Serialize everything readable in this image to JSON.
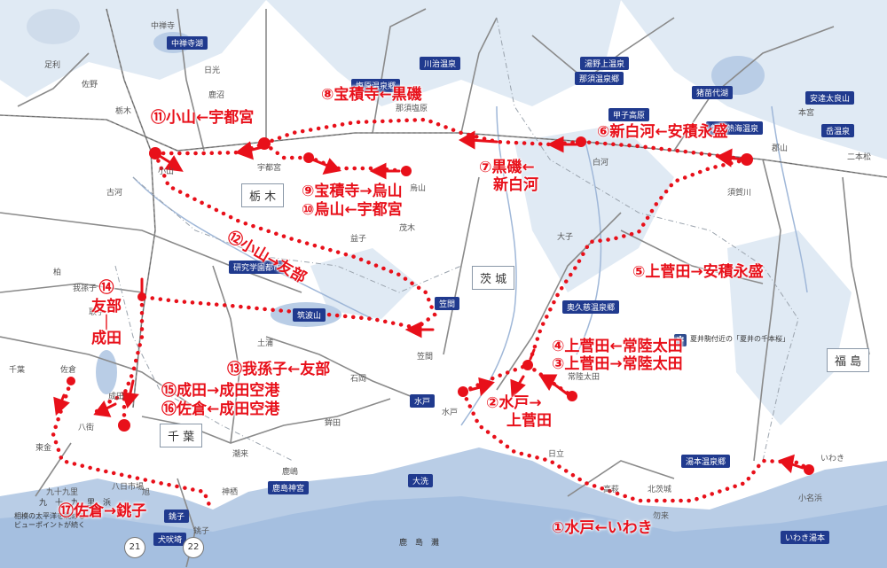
{
  "colors": {
    "route": "#e8101a",
    "sea": "#b9cde6",
    "rail": "#7a7a7a",
    "plate": "#203a8e"
  },
  "prefectures": {
    "tochigi": "栃 木",
    "ibaraki": "茨 城",
    "chiba": "千 葉",
    "fukushima": "福 島"
  },
  "routes": [
    {
      "label": "①水戸←いわき"
    },
    {
      "label": "②水戸→"
    },
    {
      "label": "上菅田"
    },
    {
      "label": "③上菅田→常陸太田"
    },
    {
      "label": "④上菅田←常陸太田"
    },
    {
      "label": "⑤上菅田→安積永盛"
    },
    {
      "label": "⑥新白河←安積永盛"
    },
    {
      "label": "⑦黒磯←"
    },
    {
      "label": "新白河"
    },
    {
      "label": "⑧宝積寺←黒磯"
    },
    {
      "label": "⑨宝積寺→烏山"
    },
    {
      "label": "⑩烏山←宇都宮"
    },
    {
      "label": "⑪小山←宇都宮"
    },
    {
      "label": "⑫小山→友部"
    },
    {
      "label": "⑬我孫子←友部"
    },
    {
      "label": "⑭"
    },
    {
      "label": "友部"
    },
    {
      "label": "｜"
    },
    {
      "label": "成田"
    },
    {
      "label": "⑮成田→成田空港"
    },
    {
      "label": "⑯佐倉←成田空港"
    },
    {
      "label": "⑰佐倉→銚子"
    }
  ],
  "plates": [
    "中禅寺湖",
    "川治温泉",
    "塩原温泉郷",
    "湯野上温泉",
    "那須温泉郷",
    "猪苗代湖",
    "甲子高原",
    "磐梯熱海温泉",
    "安達太良山",
    "岳温泉",
    "研究学園都市",
    "奥久慈温泉郷",
    "筑波山",
    "笠間",
    "水戸",
    "大洗",
    "鹿島神宮",
    "湯本温泉郷",
    "いわき湯本",
    "銚子",
    "犬吠埼"
  ],
  "places": [
    "中禅寺",
    "日光",
    "鹿沼",
    "宇都宮",
    "小山",
    "栃木",
    "佐野",
    "足利",
    "古河",
    "那須塩原",
    "烏山",
    "益子",
    "茂木",
    "水戸",
    "日立",
    "常陸太田",
    "笠間",
    "石岡",
    "土浦",
    "取手",
    "我孫子",
    "柏",
    "千葉",
    "成田",
    "佐倉",
    "東金",
    "銚子",
    "大子",
    "白河",
    "須賀川",
    "郡山",
    "本宮",
    "二本松",
    "いわき",
    "小名浜",
    "勿来",
    "高萩",
    "北茨城",
    "鹿嶋",
    "神栖",
    "潮来",
    "鉾田",
    "八街",
    "九十九里",
    "八日市場",
    "旭"
  ],
  "seas": [
    "鹿　島　灘",
    "九　十　九　里　浜"
  ],
  "notes": {
    "top": "夏井駒付近の「夏井の千本桜」",
    "bottom": "相模の太平洋を眺める\nビューポイントが続く"
  },
  "page_numbers": [
    "21",
    "22"
  ]
}
